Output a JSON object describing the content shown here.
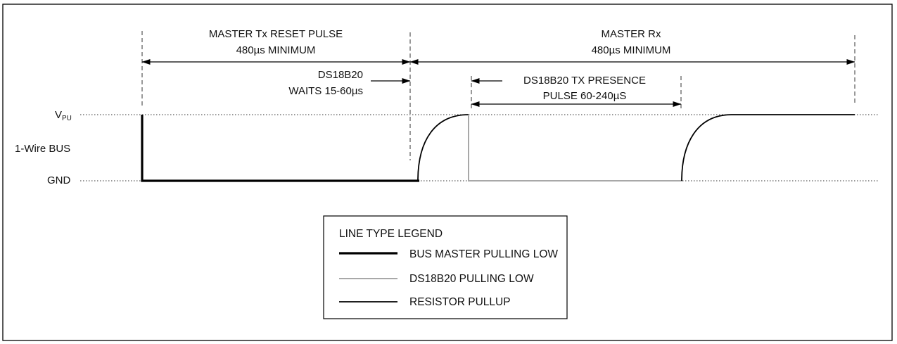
{
  "signal_labels": {
    "vpu_main": "V",
    "vpu_sub": "PU",
    "bus": "1-Wire BUS",
    "gnd": "GND"
  },
  "annotations": {
    "master_tx_line1": "MASTER Tx RESET PULSE",
    "master_tx_line2": "480µs MINIMUM",
    "master_rx_line1": "MASTER Rx",
    "master_rx_line2": "480µs MINIMUM",
    "waits_line1": "DS18B20",
    "waits_line2": "WAITS 15-60µs",
    "presence_line1": "DS18B20 TX PRESENCE",
    "presence_line2": "PULSE 60-240µS"
  },
  "legend": {
    "title": "LINE TYPE LEGEND",
    "items": [
      {
        "label": "BUS MASTER PULLING LOW",
        "style": "bus-master-thick-black"
      },
      {
        "label": "DS18B20 PULLING LOW",
        "style": "ds18b20-gray"
      },
      {
        "label": "RESISTOR PULLUP",
        "style": "resistor-thin-black"
      }
    ]
  },
  "colors": {
    "master_line": "#000000",
    "slave_line": "#a8a8a8",
    "pullup_line": "#000000",
    "frame": "#000000"
  }
}
